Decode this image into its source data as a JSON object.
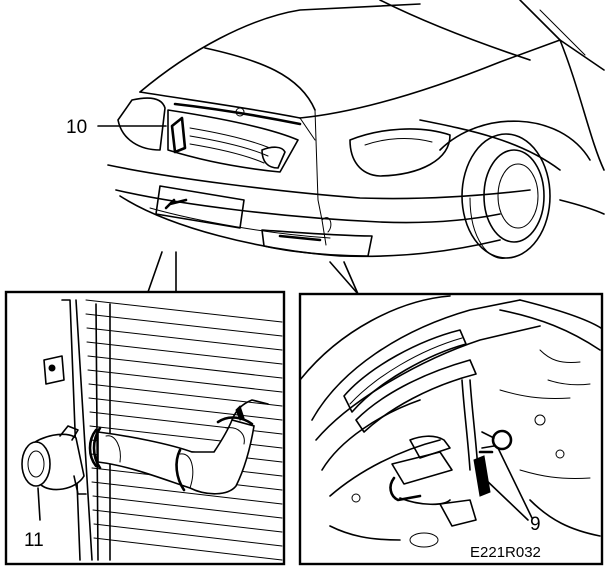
{
  "callouts": {
    "ten": "10",
    "eleven": "11",
    "nine": "9"
  },
  "figure_code": "E221R032"
}
